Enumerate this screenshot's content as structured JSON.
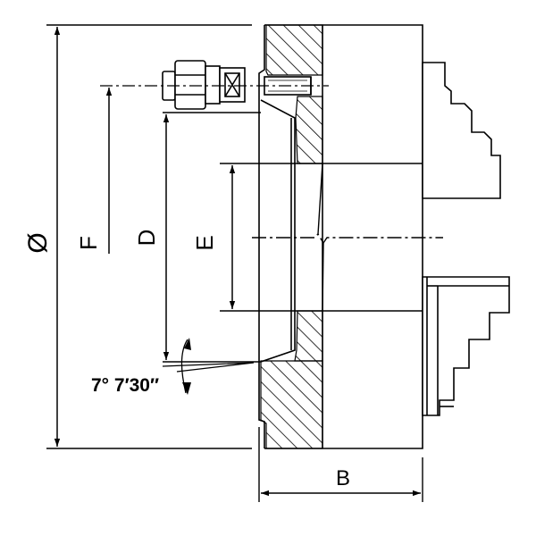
{
  "diagram": {
    "labels": {
      "outer_diameter": "Ø",
      "flange_diameter": "F",
      "register_diameter": "D",
      "bore_diameter": "E",
      "taper_angle": "7° 7′30″",
      "body_length": "B"
    },
    "colors": {
      "line": "#000000",
      "background": "#ffffff"
    }
  }
}
